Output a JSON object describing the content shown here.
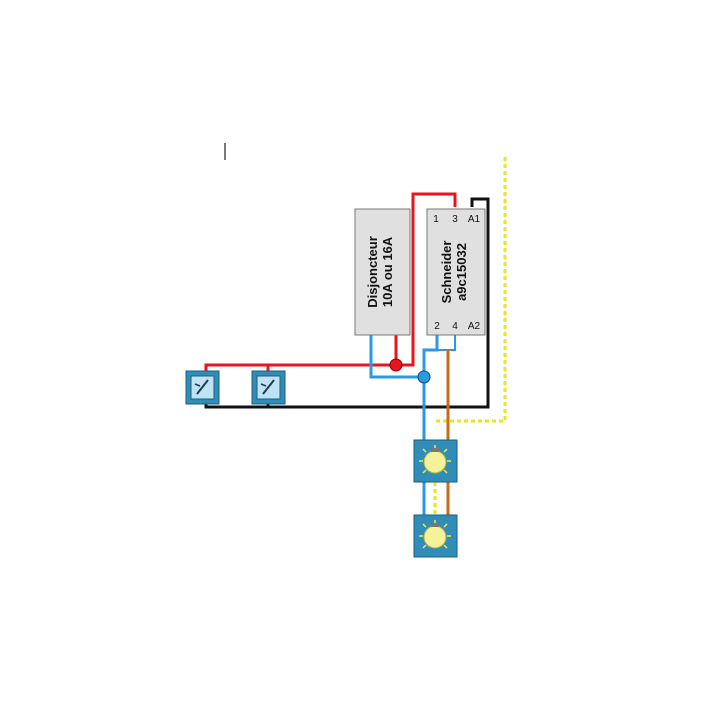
{
  "breaker": {
    "line1": "Disjoncteur",
    "line2": "10A ou 16A"
  },
  "relay": {
    "line1": "Schneider",
    "line2": "a9c15032",
    "terminal_1": "1",
    "terminal_3": "3",
    "terminal_a1": "A1",
    "terminal_2": "2",
    "terminal_4": "4",
    "terminal_a2": "A2"
  },
  "colors": {
    "phase_wire": "#e8141e",
    "neutral_wire": "#2b9ae0",
    "return_wire": "#111111",
    "lamp_wire": "#cc6a1a",
    "earth_wire": "#e8e61c",
    "box_fill": "#e0e0e0",
    "box_stroke": "#777777",
    "switch_fill": "#2f8db8",
    "lamp_glow": "#f6f29a"
  },
  "icons": {
    "switch": "push-button-switch-icon",
    "lamp": "light-bulb-icon"
  }
}
